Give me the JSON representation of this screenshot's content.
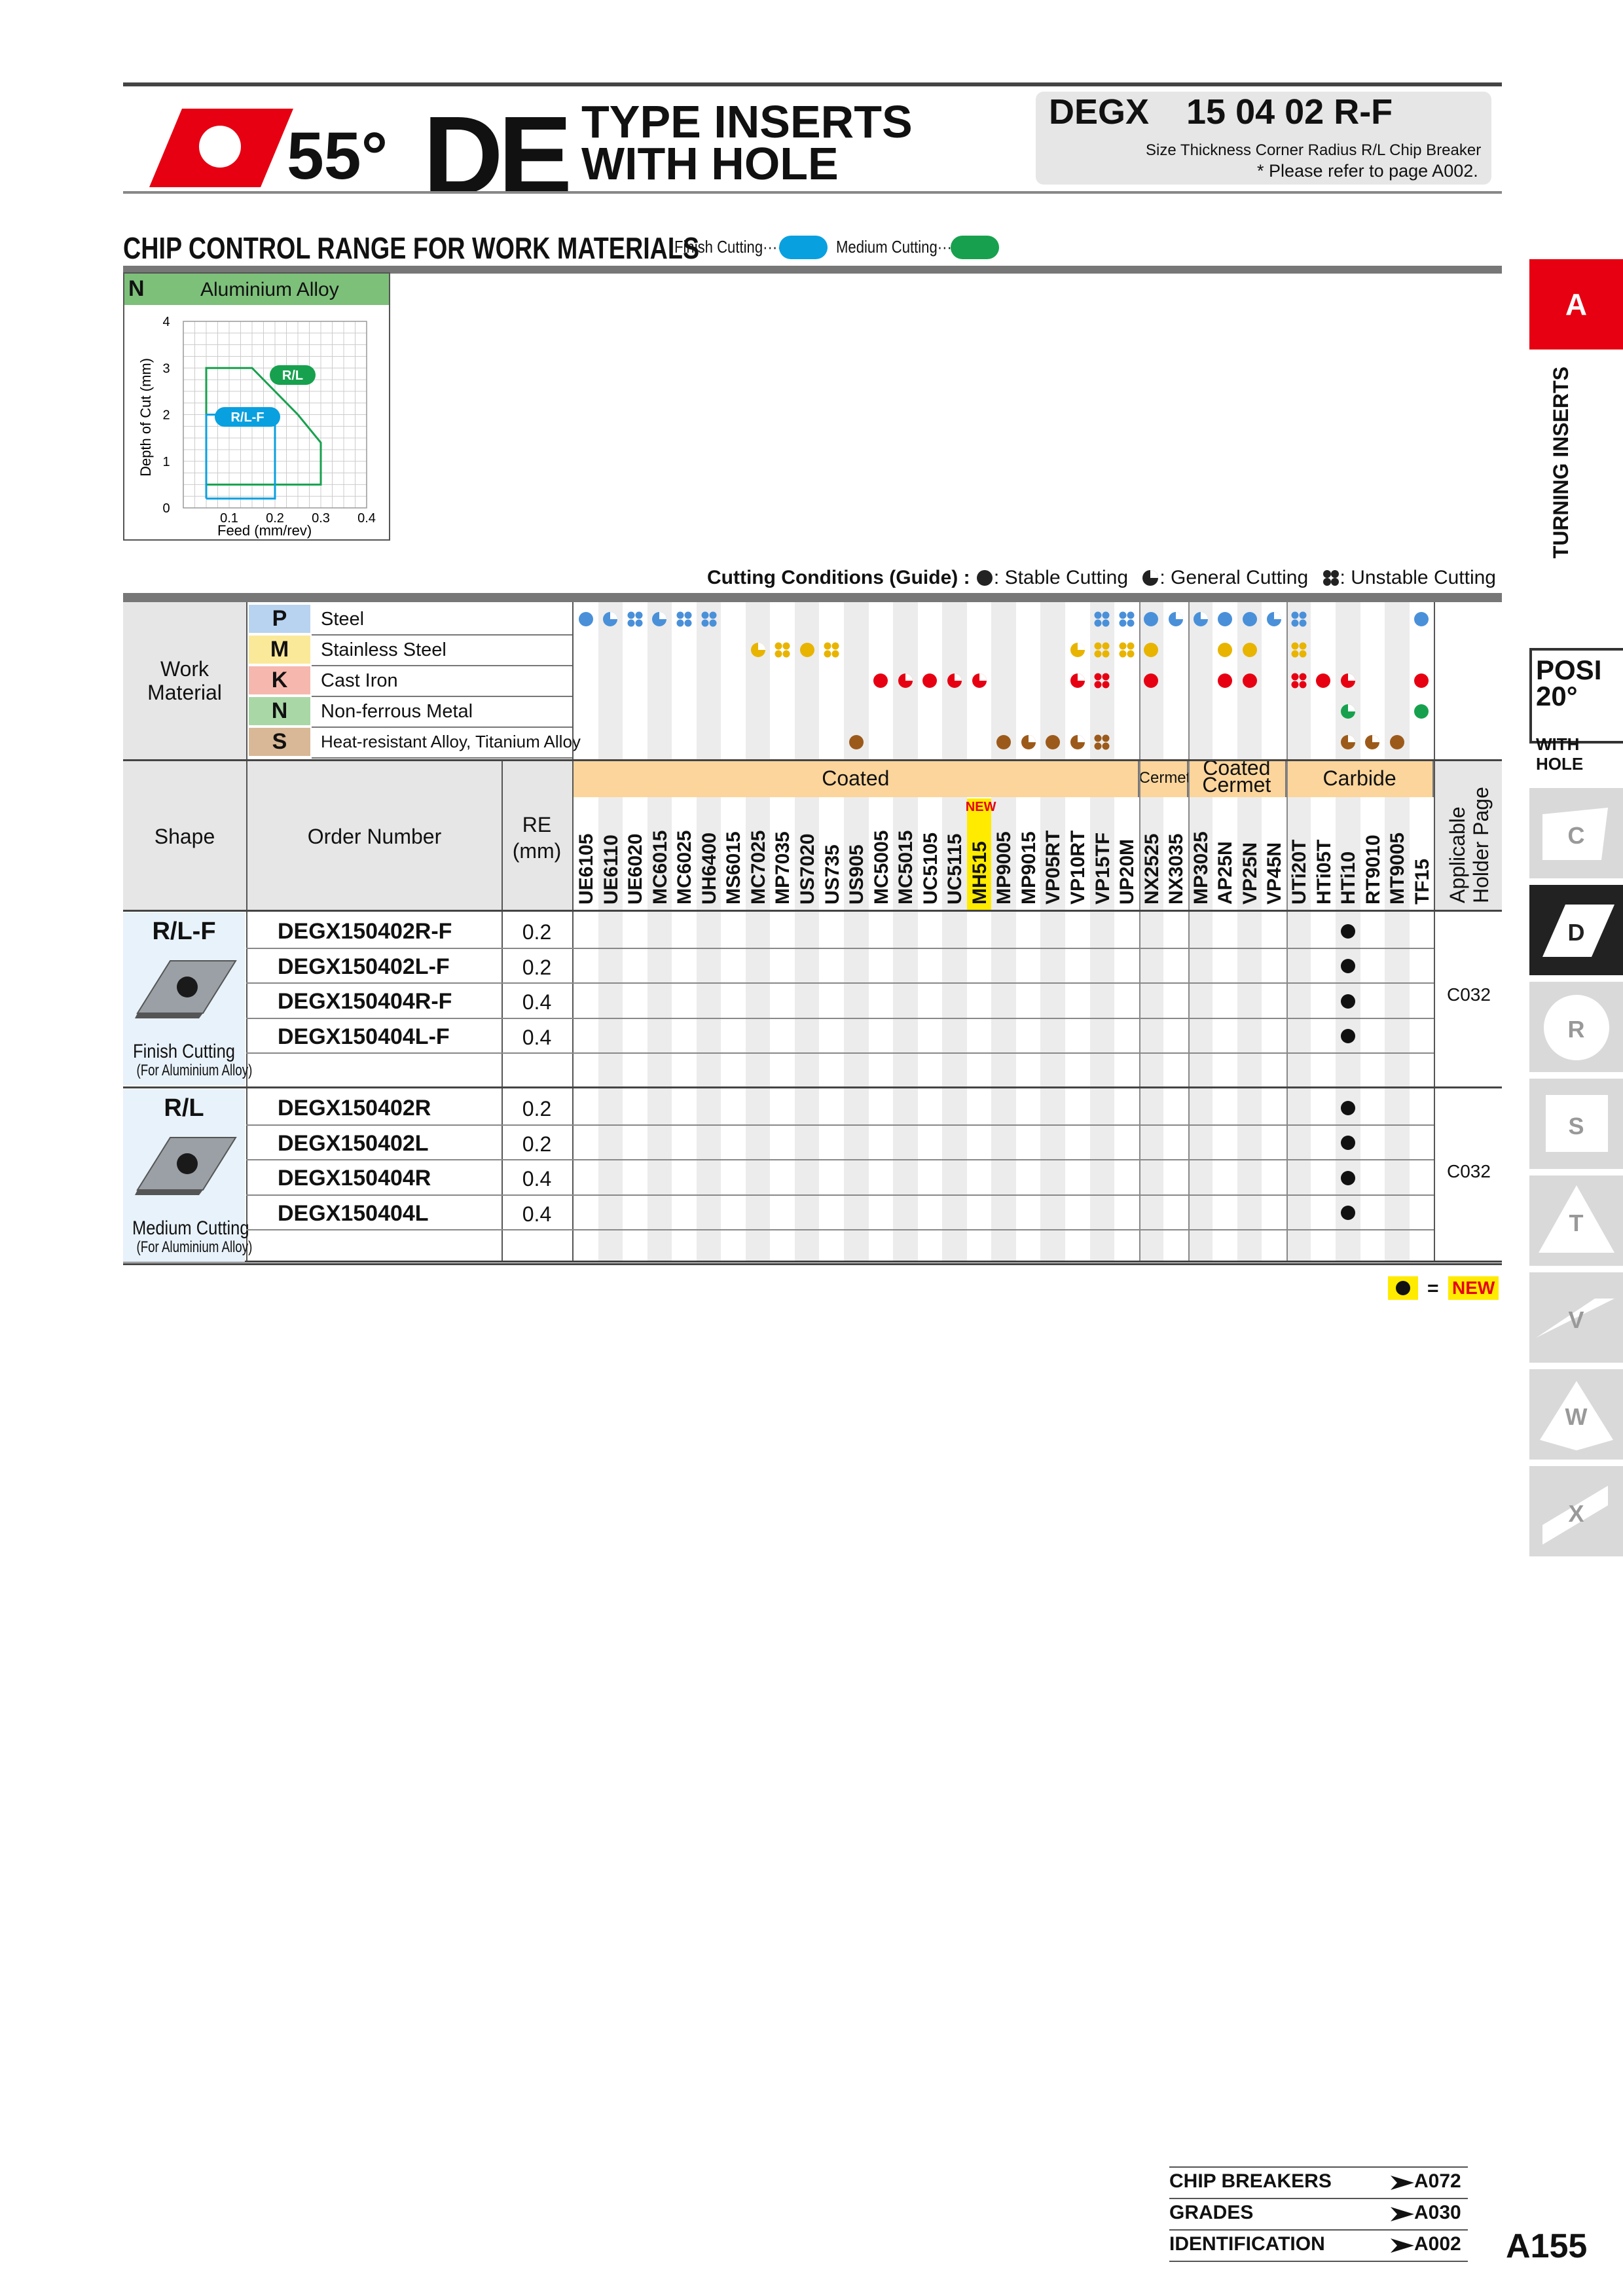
{
  "header": {
    "angle": "55°",
    "de": "DE",
    "title_line1": "TYPE INSERTS",
    "title_line2": "WITH HOLE",
    "code_prefix": "DEGX",
    "code_parts": "15 04 02 R-F",
    "code_labels": "Size  Thickness Corner Radius R/L Chip Breaker",
    "code_note": "* Please refer to page A002."
  },
  "section_title": "CHIP CONTROL RANGE FOR WORK MATERIALS",
  "legend": {
    "finish": "Finish Cutting·····",
    "medium": "Medium Cutting·····",
    "finish_color": "#09a0e0",
    "medium_color": "#17a14e"
  },
  "chart": {
    "group": "N",
    "material": "Aluminium Alloy",
    "xlabel": "Feed (mm/rev)",
    "ylabel": "Depth of Cut (mm)",
    "xticks": [
      "0.1",
      "0.2",
      "0.3",
      "0.4"
    ],
    "yticks": [
      "0",
      "1",
      "2",
      "3",
      "4"
    ],
    "label_rl": "R/L",
    "label_rlf": "R/L-F"
  },
  "chart_data": {
    "type": "area",
    "xlabel": "Feed (mm/rev)",
    "ylabel": "Depth of Cut (mm)",
    "xlim": [
      0,
      0.4
    ],
    "ylim": [
      0,
      4
    ],
    "grid": true,
    "series": [
      {
        "name": "R/L",
        "x": [
          0.05,
          0.05,
          0.15,
          0.25,
          0.3,
          0.3,
          0.05
        ],
        "y": [
          0.5,
          3.0,
          3.0,
          2.0,
          1.4,
          0.5,
          0.5
        ]
      },
      {
        "name": "R/L-F",
        "x": [
          0.05,
          0.05,
          0.2,
          0.2,
          0.05
        ],
        "y": [
          0.2,
          2.0,
          2.0,
          0.2,
          0.2
        ]
      }
    ]
  },
  "conditions": {
    "title": "Cutting Conditions (Guide) :",
    "stable": ": Stable Cutting",
    "general": ": General Cutting",
    "unstable": ": Unstable Cutting"
  },
  "work_material": {
    "label": "Work Material",
    "rows": [
      {
        "code": "P",
        "name": "Steel",
        "color": "#4a90d9",
        "bg": "#b8d3ef"
      },
      {
        "code": "M",
        "name": "Stainless Steel",
        "color": "#e8b400",
        "bg": "#fbe99a"
      },
      {
        "code": "K",
        "name": "Cast Iron",
        "color": "#e60012",
        "bg": "#f6b8ae"
      },
      {
        "code": "N",
        "name": "Non-ferrous Metal",
        "color": "#17a14e",
        "bg": "#a9d8a6"
      },
      {
        "code": "S",
        "name": "Heat-resistant Alloy, Titanium Alloy",
        "color": "#9c5a1a",
        "bg": "#d8b896"
      }
    ]
  },
  "groups": {
    "coated": "Coated",
    "cermet": "Cermet",
    "coated_cermet": "Coated Cermet",
    "carbide": "Carbide",
    "new": "NEW"
  },
  "col_headers": {
    "shape": "Shape",
    "order": "Order Number",
    "re": "RE (mm)",
    "holder": "Applicable Holder Page"
  },
  "grades": [
    "UE6105",
    "UE6110",
    "UE6020",
    "MC6015",
    "MC6025",
    "UH6400",
    "MS6015",
    "MC7025",
    "MP7035",
    "US7020",
    "US735",
    "US905",
    "MC5005",
    "MC5015",
    "UC5105",
    "UC5115",
    "MH515",
    "MP9005",
    "MP9015",
    "VP05RT",
    "VP10RT",
    "VP15TF",
    "UP20M",
    "NX2525",
    "NX3035",
    "MP3025",
    "AP25N",
    "VP25N",
    "VP45N",
    "UTi20T",
    "HTi05T",
    "HTi10",
    "RT9010",
    "MT9005",
    "TF15"
  ],
  "sections": [
    {
      "shape": "R/L-F",
      "desc1": "Finish Cutting",
      "desc2": "(For Aluminium Alloy)",
      "holder": "C032",
      "rows": [
        {
          "order": "DEGX150402R-F",
          "re": "0.2"
        },
        {
          "order": "DEGX150402L-F",
          "re": "0.2"
        },
        {
          "order": "DEGX150404R-F",
          "re": "0.4"
        },
        {
          "order": "DEGX150404L-F",
          "re": "0.4"
        }
      ]
    },
    {
      "shape": "R/L",
      "desc1": "Medium Cutting",
      "desc2": "(For Aluminium Alloy)",
      "holder": "C032",
      "rows": [
        {
          "order": "DEGX150402R",
          "re": "0.2"
        },
        {
          "order": "DEGX150402L",
          "re": "0.2"
        },
        {
          "order": "DEGX150404R",
          "re": "0.4"
        },
        {
          "order": "DEGX150404L",
          "re": "0.4"
        }
      ]
    }
  ],
  "new_legend": {
    "eq": "=",
    "new": "NEW"
  },
  "side_tabs": {
    "a": "A",
    "turning": "TURNING INSERTS",
    "posi1": "POSI",
    "posi2": "20°",
    "with1": "WITH",
    "with2": "HOLE",
    "letters": [
      "C",
      "D",
      "R",
      "S",
      "T",
      "V",
      "W",
      "X"
    ]
  },
  "footer": [
    {
      "label": "CHIP BREAKERS",
      "page": "A072"
    },
    {
      "label": "GRADES",
      "page": "A030"
    },
    {
      "label": "IDENTIFICATION",
      "page": "A002"
    }
  ],
  "page_number": "A155"
}
